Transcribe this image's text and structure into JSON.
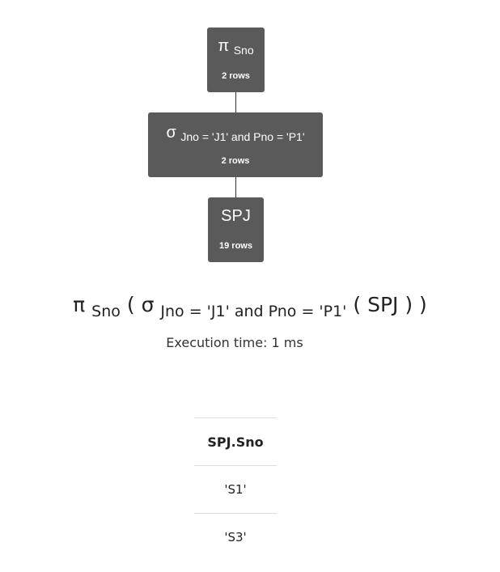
{
  "tree": {
    "project": {
      "symbol": "π",
      "attribute": "Sno",
      "rows": "2 rows"
    },
    "select": {
      "symbol": "σ",
      "condition": "Jno = 'J1' and Pno = 'P1'",
      "rows": "2 rows"
    },
    "relation": {
      "name": "SPJ",
      "rows": "19 rows"
    }
  },
  "expression": {
    "outer_symbol": "π",
    "outer_sub": "Sno",
    "open_paren_1": "(",
    "inner_symbol": "σ",
    "inner_sub": "Jno = 'J1' and Pno = 'P1'",
    "open_paren_2": "(",
    "relation": "SPJ",
    "close_parens": ") )"
  },
  "execution_time": "Execution time: 1 ms",
  "result": {
    "columns": [
      "SPJ.Sno"
    ],
    "rows": [
      [
        "'S1'"
      ],
      [
        "'S3'"
      ]
    ]
  },
  "colors": {
    "node_bg": "#5a5a5a",
    "node_text": "#ffffff",
    "edge": "#333333",
    "table_border": "#dddddd"
  }
}
